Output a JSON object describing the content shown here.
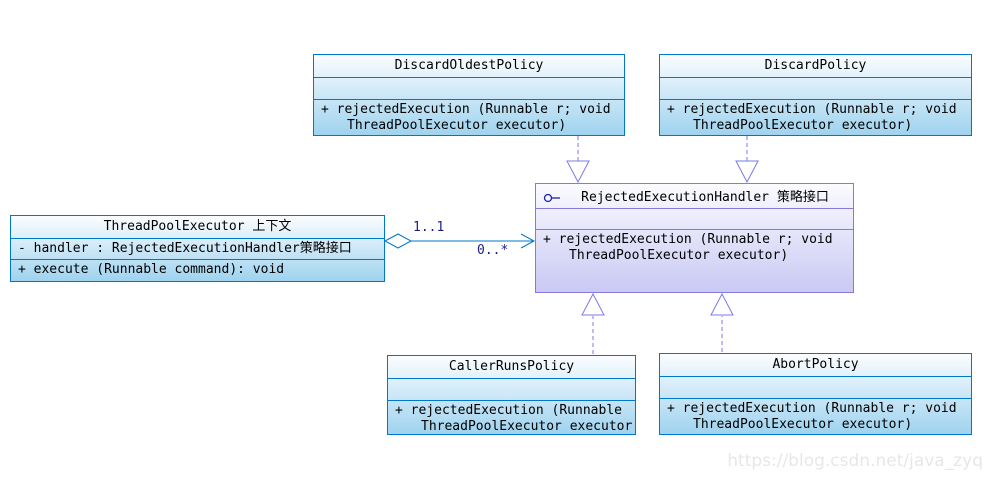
{
  "diagram": {
    "classes": {
      "discard_oldest": {
        "title": "DiscardOldestPolicy",
        "method_line1": "+ rejectedExecution (Runnable r; void",
        "method_line2": "ThreadPoolExecutor executor)"
      },
      "discard": {
        "title": "DiscardPolicy",
        "method_line1": "+ rejectedExecution (Runnable r; void",
        "method_line2": "ThreadPoolExecutor executor)"
      },
      "strategy_interface": {
        "title": "RejectedExecutionHandler 策略接口",
        "method_line1": "+ rejectedExecution (Runnable r; void",
        "method_line2": "ThreadPoolExecutor executor)"
      },
      "context": {
        "title": "ThreadPoolExecutor 上下文",
        "attribute": "- handler : RejectedExecutionHandler策略接口",
        "method": "+ execute (Runnable command): void"
      },
      "caller_runs": {
        "title": "CallerRunsPolicy",
        "method_line1": "+ rejectedExecution (Runnable",
        "method_line2": "ThreadPoolExecutor executor"
      },
      "abort": {
        "title": "AbortPolicy",
        "method_line1": "+ rejectedExecution (Runnable r; void",
        "method_line2": "ThreadPoolExecutor executor)"
      }
    },
    "association": {
      "multiplicity_source": "1..1",
      "multiplicity_target": "0..*"
    },
    "watermark": "https://blog.csdn.net/java_zyq",
    "colors": {
      "class_border": "#0077c8",
      "class_fill_top": "#fbfdff",
      "class_fill_bottom": "#9fd3ef",
      "interface_border": "#8878dd",
      "interface_fill_top": "#fbfbff",
      "interface_fill_bottom": "#c9c9f4",
      "connector_dashed": "#7b7bec",
      "association": "#0077c8",
      "multiplicity_text": "#1d1d86",
      "watermark_color": "#e7e7e7"
    }
  }
}
